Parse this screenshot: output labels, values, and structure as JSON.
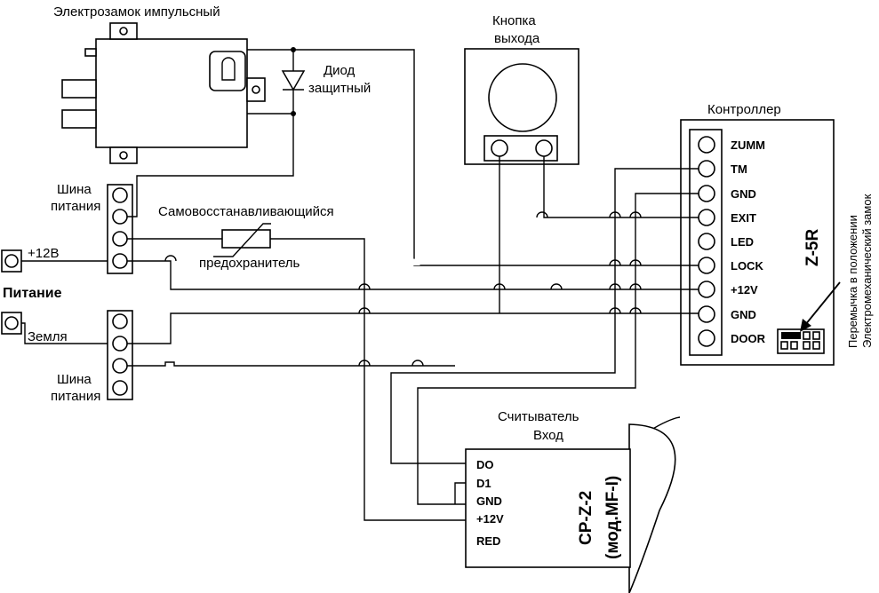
{
  "lock": {
    "title": "Электрозамок импульсный"
  },
  "diode": {
    "line1": "Диод",
    "line2": "защитный"
  },
  "exit_button": {
    "line1": "Кнопка",
    "line2": "выхода"
  },
  "controller": {
    "title": "Контроллер",
    "model": "Z-5R",
    "terminals": [
      "ZUMM",
      "TM",
      "GND",
      "EXIT",
      "LED",
      "LOCK",
      "+12V",
      "GND",
      "DOOR"
    ],
    "jumper_note_line1": "Перемычка в положении",
    "jumper_note_line2": "Электромеханический замок"
  },
  "power": {
    "plus_label": "+12В",
    "title": "Питание",
    "ground_label": "Земля",
    "bus_top_line1": "Шина",
    "bus_top_line2": "питания",
    "bus_bottom_line1": "Шина",
    "bus_bottom_line2": "питания"
  },
  "fuse": {
    "line1": "Самовосстанавливающийся",
    "line2": "предохранитель"
  },
  "reader": {
    "title_line1": "Считыватель",
    "title_line2": "Вход",
    "terminals": [
      "DO",
      "D1",
      "GND",
      "+12V",
      "RED"
    ],
    "model_line1": "CP-Z-2",
    "model_line2": "(мод.MF-I)"
  }
}
